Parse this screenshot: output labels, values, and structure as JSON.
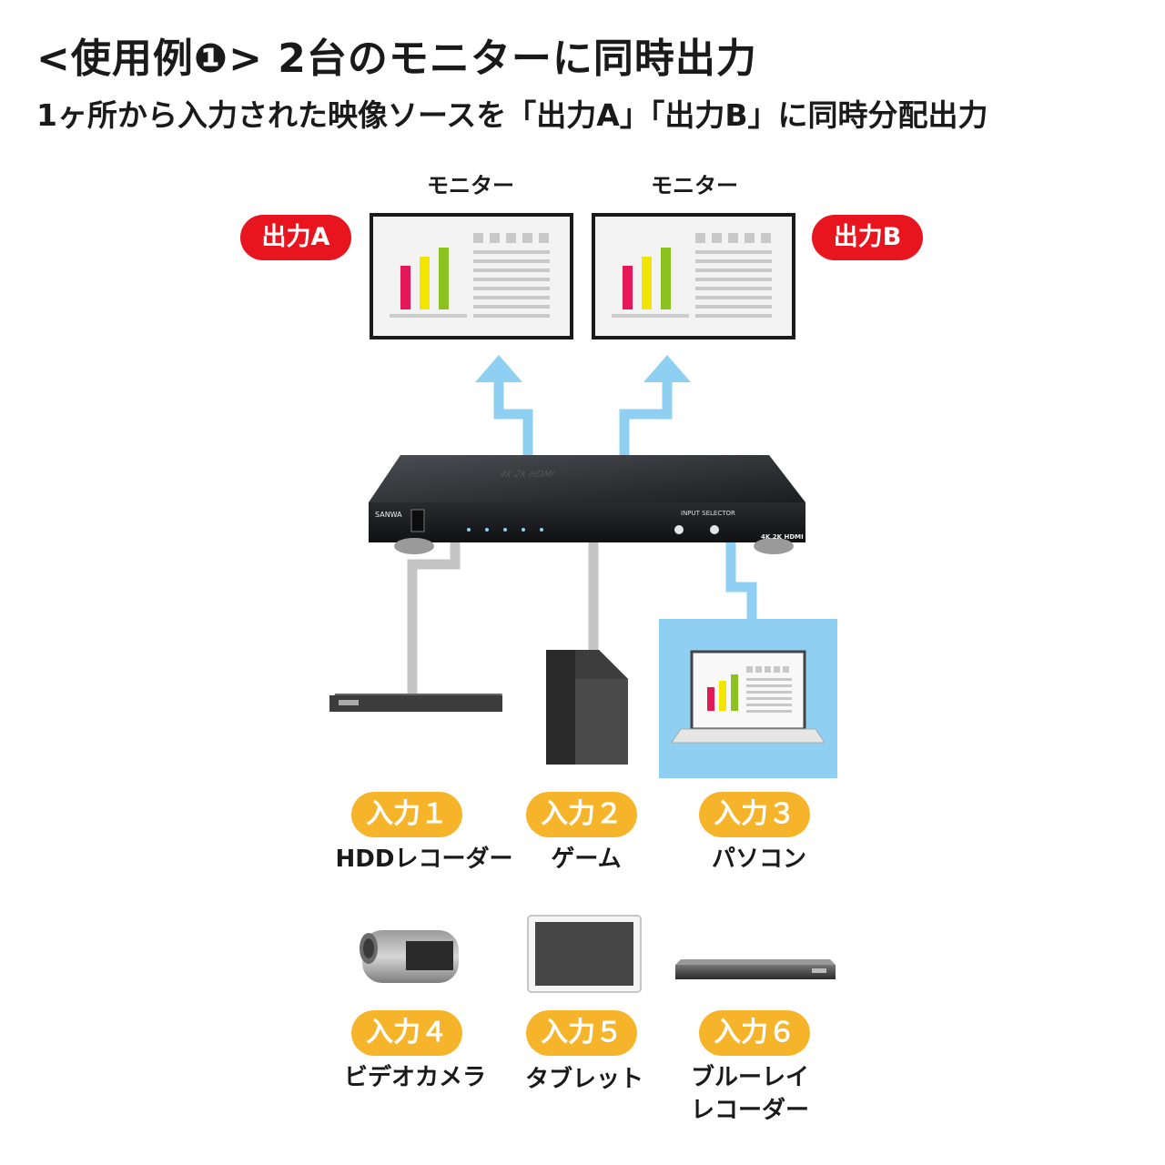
{
  "header": {
    "title": "<使用例❶> 2台のモニターに同時出力",
    "subtitle": "1ヶ所から入力された映像ソースを「出力A」「出力B」に同時分配出力"
  },
  "monitors": [
    {
      "label": "モニター",
      "output": "出力A"
    },
    {
      "label": "モニター",
      "output": "出力B"
    }
  ],
  "splitter": {
    "logo": "SANWA",
    "panel_text": "INPUT SELECTOR",
    "badge": "4K 2K HDMI",
    "top_print": "4K 2K HDMI"
  },
  "inputs": [
    {
      "badge": "入力１",
      "label": "HDDレコーダー",
      "icon": "hdd-recorder-icon"
    },
    {
      "badge": "入力２",
      "label": "ゲーム",
      "icon": "game-console-icon"
    },
    {
      "badge": "入力３",
      "label": "パソコン",
      "icon": "laptop-icon"
    },
    {
      "badge": "入力４",
      "label": "ビデオカメラ",
      "icon": "video-camera-icon"
    },
    {
      "badge": "入力５",
      "label": "タブレット",
      "icon": "tablet-icon"
    },
    {
      "badge": "入力６",
      "label": "ブルーレイ\nレコーダー",
      "icon": "bluray-recorder-icon"
    }
  ],
  "colors": {
    "signal_line": "#8fd0f2",
    "inactive_line": "#c4c4c4",
    "output_badge": "#e8141e",
    "input_badge": "#f6b42b",
    "chart_bar_1": "#e5195a",
    "chart_bar_2": "#f2e600",
    "chart_bar_3": "#8cc21f"
  }
}
